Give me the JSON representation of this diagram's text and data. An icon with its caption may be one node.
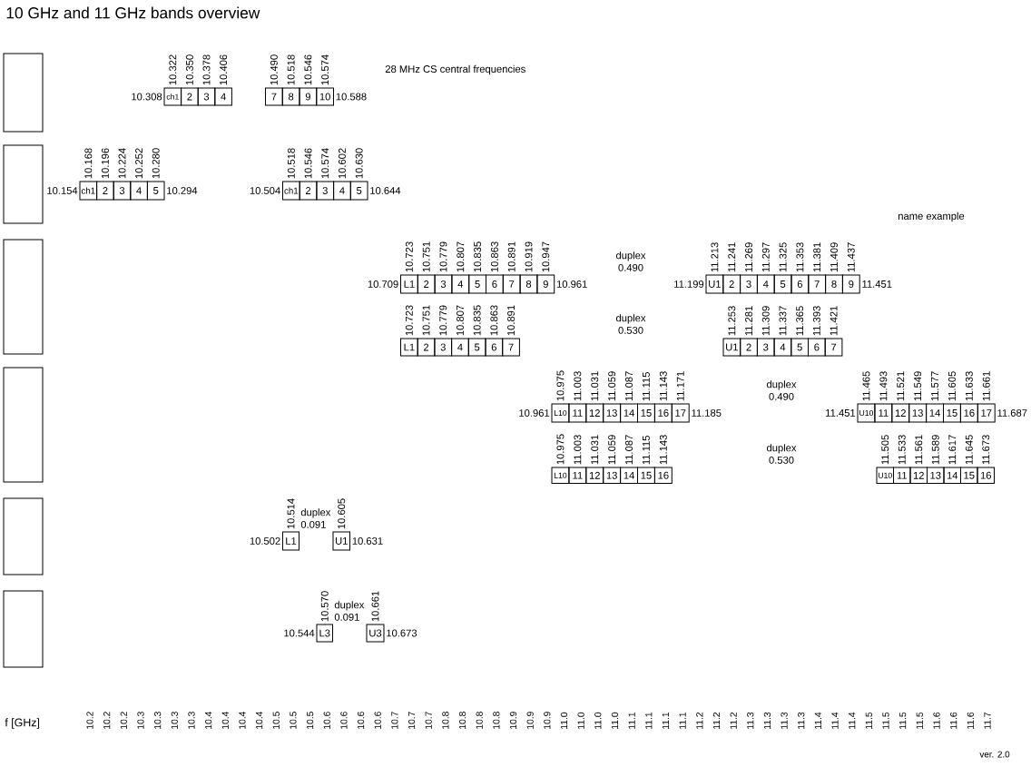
{
  "diagram": {
    "title": "10 GHz and 11 GHz bands overview",
    "nodes": [
      {
        "text": [],
        "shape": "box"
      },
      {
        "text": [
          "ch1"
        ],
        "beside": [
          "10.322"
        ]
      },
      {
        "text": [
          "2"
        ],
        "beside": [
          "10.350"
        ]
      },
      {
        "text": [
          "3"
        ],
        "beside": [
          "10.378"
        ]
      },
      {
        "text": [
          "4"
        ],
        "beside": [
          "10.406"
        ]
      },
      {
        "text": [
          "7"
        ],
        "beside": [
          "10.490"
        ]
      },
      {
        "text": [
          "8"
        ],
        "beside": [
          "10.518"
        ]
      },
      {
        "text": [
          "9"
        ],
        "beside": [
          "10.546"
        ]
      },
      {
        "text": [
          "10"
        ],
        "beside": [
          "10.574"
        ]
      },
      {
        "text": [],
        "shape": "box"
      },
      {
        "text": [
          "ch1"
        ],
        "beside": [
          "10.168"
        ]
      },
      {
        "text": [
          "2"
        ],
        "beside": [
          "10.196"
        ]
      },
      {
        "text": [
          "3"
        ],
        "beside": [
          "10.224"
        ]
      },
      {
        "text": [
          "4"
        ],
        "beside": [
          "10.252"
        ]
      },
      {
        "text": [
          "5"
        ],
        "beside": [
          "10.280"
        ]
      },
      {
        "text": [
          "ch1"
        ],
        "beside": [
          "10.518"
        ]
      },
      {
        "text": [
          "2"
        ],
        "beside": [
          "10.546"
        ]
      },
      {
        "text": [
          "3"
        ],
        "beside": [
          "10.574"
        ]
      },
      {
        "text": [
          "4"
        ],
        "beside": [
          "10.602"
        ]
      },
      {
        "text": [
          "5"
        ],
        "beside": [
          "10.630"
        ]
      },
      {
        "text": [],
        "shape": "box"
      },
      {
        "text": [
          "L1"
        ],
        "beside": [
          "10.723"
        ]
      },
      {
        "text": [
          "2"
        ],
        "beside": [
          "10.751"
        ]
      },
      {
        "text": [
          "3"
        ],
        "beside": [
          "10.779"
        ]
      },
      {
        "text": [
          "4"
        ],
        "beside": [
          "10.807"
        ]
      },
      {
        "text": [
          "5"
        ],
        "beside": [
          "10.835"
        ]
      },
      {
        "text": [
          "6"
        ],
        "beside": [
          "10.863"
        ]
      },
      {
        "text": [
          "7"
        ],
        "beside": [
          "10.891"
        ]
      },
      {
        "text": [
          "8"
        ],
        "beside": [
          "10.919"
        ]
      },
      {
        "text": [
          "9"
        ],
        "beside": [
          "10.947"
        ]
      },
      {
        "text": [
          "U1"
        ],
        "beside": [
          "11.213"
        ]
      },
      {
        "text": [
          "2"
        ],
        "beside": [
          "11.241"
        ]
      },
      {
        "text": [
          "3"
        ],
        "beside": [
          "11.269"
        ]
      },
      {
        "text": [
          "4"
        ],
        "beside": [
          "11.297"
        ]
      },
      {
        "text": [
          "5"
        ],
        "beside": [
          "11.325"
        ]
      },
      {
        "text": [
          "6"
        ],
        "beside": [
          "11.353"
        ]
      },
      {
        "text": [
          "7"
        ],
        "beside": [
          "11.381"
        ]
      },
      {
        "text": [
          "8"
        ],
        "beside": [
          "11.409"
        ]
      },
      {
        "text": [
          "9"
        ],
        "beside": [
          "11.437"
        ]
      },
      {
        "text": [
          "L1"
        ],
        "beside": [
          "10.723"
        ]
      },
      {
        "text": [
          "2"
        ],
        "beside": [
          "10.751"
        ]
      },
      {
        "text": [
          "3"
        ],
        "beside": [
          "10.779"
        ]
      },
      {
        "text": [
          "4"
        ],
        "beside": [
          "10.807"
        ]
      },
      {
        "text": [
          "5"
        ],
        "beside": [
          "10.835"
        ]
      },
      {
        "text": [
          "6"
        ],
        "beside": [
          "10.863"
        ]
      },
      {
        "text": [
          "7"
        ],
        "beside": [
          "10.891"
        ]
      },
      {
        "text": [
          "U1"
        ],
        "beside": [
          "11.253"
        ]
      },
      {
        "text": [
          "2"
        ],
        "beside": [
          "11.281"
        ]
      },
      {
        "text": [
          "3"
        ],
        "beside": [
          "11.309"
        ]
      },
      {
        "text": [
          "4"
        ],
        "beside": [
          "11.337"
        ]
      },
      {
        "text": [
          "5"
        ],
        "beside": [
          "11.365"
        ]
      },
      {
        "text": [
          "6"
        ],
        "beside": [
          "11.393"
        ]
      },
      {
        "text": [
          "7"
        ],
        "beside": [
          "11.421"
        ]
      },
      {
        "text": [],
        "shape": "box"
      },
      {
        "text": [
          "L10"
        ],
        "beside": [
          "10.975"
        ]
      },
      {
        "text": [
          "11"
        ],
        "beside": [
          "11.003"
        ]
      },
      {
        "text": [
          "12"
        ],
        "beside": [
          "11.031"
        ]
      },
      {
        "text": [
          "13"
        ],
        "beside": [
          "11.059"
        ]
      },
      {
        "text": [
          "14"
        ],
        "beside": [
          "11.087"
        ]
      },
      {
        "text": [
          "15"
        ],
        "beside": [
          "11.115"
        ]
      },
      {
        "text": [
          "16"
        ],
        "beside": [
          "11.143"
        ]
      },
      {
        "text": [
          "17"
        ],
        "beside": [
          "11.171"
        ]
      },
      {
        "text": [
          "U10"
        ],
        "beside": [
          "11.465"
        ]
      },
      {
        "text": [
          "11"
        ],
        "beside": [
          "11.493"
        ]
      },
      {
        "text": [
          "12"
        ],
        "beside": [
          "11.521"
        ]
      },
      {
        "text": [
          "13"
        ],
        "beside": [
          "11.549"
        ]
      },
      {
        "text": [
          "14"
        ],
        "beside": [
          "11.577"
        ]
      },
      {
        "text": [
          "15"
        ],
        "beside": [
          "11.605"
        ]
      },
      {
        "text": [
          "16"
        ],
        "beside": [
          "11.633"
        ]
      },
      {
        "text": [
          "17"
        ],
        "beside": [
          "11.661"
        ]
      },
      {
        "text": [
          "L10"
        ],
        "beside": [
          "10.975"
        ]
      },
      {
        "text": [
          "11"
        ],
        "beside": [
          "11.003"
        ]
      },
      {
        "text": [
          "12"
        ],
        "beside": [
          "11.031"
        ]
      },
      {
        "text": [
          "13"
        ],
        "beside": [
          "11.059"
        ]
      },
      {
        "text": [
          "14"
        ],
        "beside": [
          "11.087"
        ]
      },
      {
        "text": [
          "15"
        ],
        "beside": [
          "11.115"
        ]
      },
      {
        "text": [
          "16"
        ],
        "beside": [
          "11.143"
        ]
      },
      {
        "text": [
          "U10"
        ],
        "beside": [
          "11.505"
        ]
      },
      {
        "text": [
          "11"
        ],
        "beside": [
          "11.533"
        ]
      },
      {
        "text": [
          "12"
        ],
        "beside": [
          "11.561"
        ]
      },
      {
        "text": [
          "13"
        ],
        "beside": [
          "11.589"
        ]
      },
      {
        "text": [
          "14"
        ],
        "beside": [
          "11.617"
        ]
      },
      {
        "text": [
          "15"
        ],
        "beside": [
          "11.645"
        ]
      },
      {
        "text": [
          "16"
        ],
        "beside": [
          "11.673"
        ]
      },
      {
        "text": [],
        "shape": "box"
      },
      {
        "text": [
          "L1"
        ],
        "beside": [
          "10.514"
        ]
      },
      {
        "text": [
          "U1"
        ],
        "beside": [
          "10.605"
        ]
      },
      {
        "text": [],
        "shape": "box"
      },
      {
        "text": [
          "L3"
        ],
        "beside": [
          "10.570"
        ]
      },
      {
        "text": [
          "U3"
        ],
        "beside": [
          "10.661"
        ]
      }
    ],
    "labels": [
      "28 MHz CS central frequencies",
      "10.308",
      "10.588",
      "10.154",
      "10.294",
      "10.504",
      "10.644",
      "name example",
      "duplex 0.490",
      "10.709",
      "10.961",
      "11.199",
      "11.451",
      "duplex 0.530",
      "duplex 0.490",
      "10.961",
      "11.185",
      "11.451",
      "11.687",
      "duplex 0.530",
      "duplex 0.091",
      "10.502",
      "10.631",
      "duplex 0.091",
      "10.544",
      "10.673",
      "f [GHz]",
      "10.2",
      "10.2",
      "10.2",
      "10.3",
      "10.3",
      "10.3",
      "10.3",
      "10.4",
      "10.4",
      "10.4",
      "10.4",
      "10.5",
      "10.5",
      "10.5",
      "10.6",
      "10.6",
      "10.6",
      "10.6",
      "10.7",
      "10.7",
      "10.7",
      "10.8",
      "10.8",
      "10.8",
      "10.8",
      "10.9",
      "10.9",
      "10.9",
      "11.0",
      "11.0",
      "11.0",
      "11.0",
      "11.1",
      "11.1",
      "11.1",
      "11.1",
      "11.2",
      "11.2",
      "11.2",
      "11.3",
      "11.3",
      "11.3",
      "11.3",
      "11.4",
      "11.4",
      "11.4",
      "11.5",
      "11.5",
      "11.5",
      "11.5",
      "11.6",
      "11.6",
      "11.6",
      "11.7",
      "ver. 2.0"
    ]
  }
}
